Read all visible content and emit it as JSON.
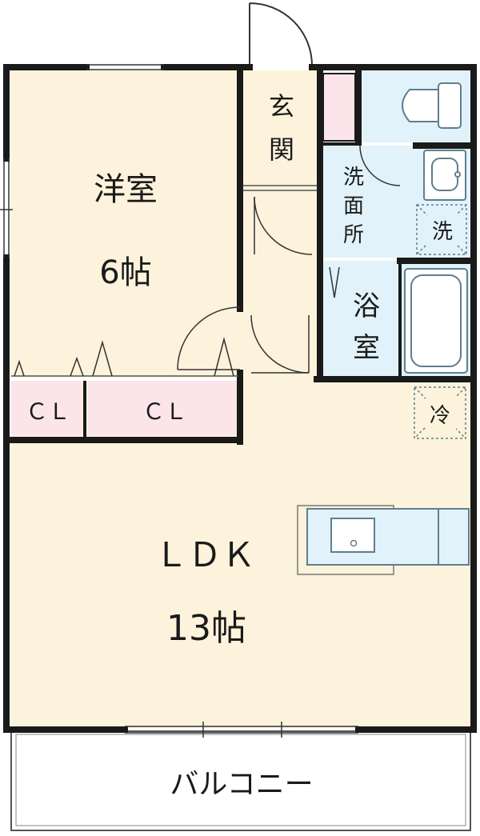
{
  "rooms": {
    "western_room": {
      "name": "洋室",
      "size": "6帖"
    },
    "entrance": {
      "line1": "玄",
      "line2": "関"
    },
    "washroom": {
      "line1": "洗",
      "line2": "面",
      "line3": "所"
    },
    "bathroom": {
      "line1": "浴",
      "line2": "室"
    },
    "closet_small": {
      "label": "ＣＬ"
    },
    "closet_large": {
      "label": "ＣＬ"
    },
    "ldk": {
      "name": "ＬＤＫ",
      "size": "13帖"
    },
    "balcony": {
      "name": "バルコニー"
    }
  },
  "fixtures": {
    "washer": {
      "label": "洗"
    },
    "fridge": {
      "label": "冷"
    }
  },
  "colors": {
    "room_fill": "#fdf3dc",
    "wet_fill": "#e1f2fa",
    "closet_fill": "#fbe5ea",
    "wall": "#1a1a1a",
    "fixture_line": "#5e7f8c"
  }
}
